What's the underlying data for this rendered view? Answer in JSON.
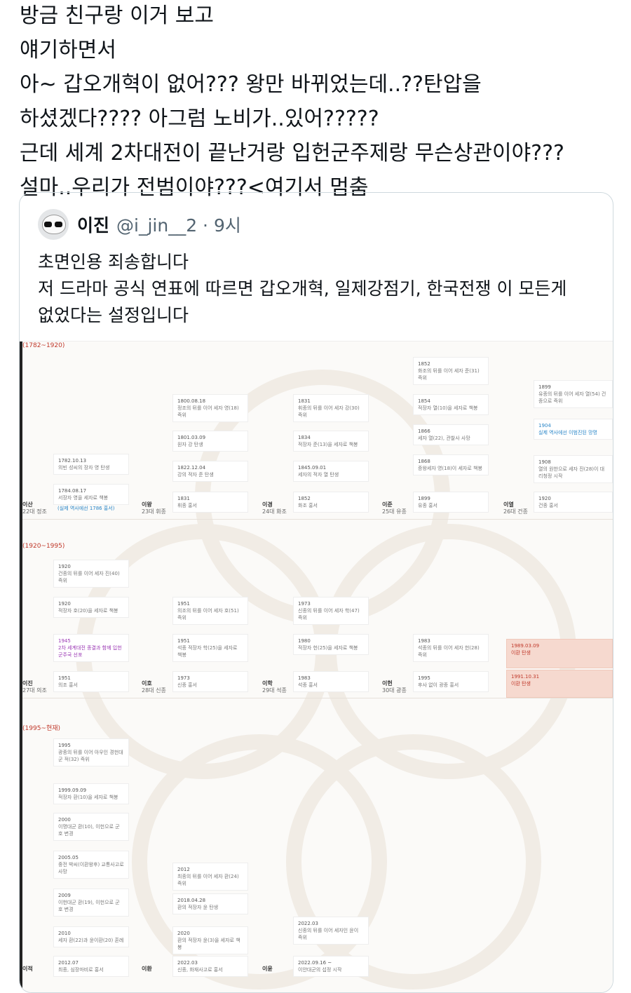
{
  "tweet": {
    "lines": [
      "방금 친구랑 이거 보고",
      "얘기하면서",
      "아~ 갑오개혁이 없어??? 왕만 바뀌었는데..??탄압을",
      "하셨겠다????  아그럼 노비가..있어?????",
      "근데 세계 2차대전이 끝난거랑 입헌군주제랑 무슨상관이야???",
      "설마..우리가 전범이야???<여기서 멈춤"
    ]
  },
  "quote": {
    "name": "이진",
    "handle": "@i_jin__2 · 9시",
    "lines": [
      "초면인용 죄송합니다",
      "저 드라마 공식 연표에 따르면 갑오개혁, 일제강점기, 한국전쟁 이 모든게",
      "없었다는 설정입니다"
    ]
  },
  "timeline": {
    "sections": [
      "(1782~1920)",
      "(1920~1995)",
      "(1995~현재)"
    ],
    "kings": [
      {
        "name": "이산",
        "title": "22대 정조"
      },
      {
        "name": "이왕",
        "title": "23대 휘종"
      },
      {
        "name": "이경",
        "title": "24대 화조"
      },
      {
        "name": "이준",
        "title": "25대 유종"
      },
      {
        "name": "이열",
        "title": "26대 건종"
      },
      {
        "name": "이진",
        "title": "27대 의조"
      },
      {
        "name": "이호",
        "title": "28대 신종"
      },
      {
        "name": "이학",
        "title": "29대 석종"
      },
      {
        "name": "이헌",
        "title": "30대 광종"
      },
      {
        "name": "이적",
        "title": ""
      },
      {
        "name": "이환",
        "title": ""
      },
      {
        "name": "이윤",
        "title": ""
      }
    ],
    "cards": [
      {
        "date": "1782.10.13",
        "desc": "의빈 성씨의 장자 영 탄생"
      },
      {
        "date": "1784.08.17",
        "desc": "서장자 영을 세자로 책봉"
      },
      {
        "date": "(실제 역사에선 1786 홍서)",
        "desc": ""
      },
      {
        "date": "1800.08.18",
        "desc": "정조의 뒤를 이어 세자 영(18) 즉위"
      },
      {
        "date": "1801.03.09",
        "desc": "원자 강 탄생"
      },
      {
        "date": "1822.12.04",
        "desc": "강의 적자 준 탄생"
      },
      {
        "date": "1831",
        "desc": "휘종 홍서"
      },
      {
        "date": "1831",
        "desc": "휘종의 뒤를 이어 세자 강(30) 즉위"
      },
      {
        "date": "1834",
        "desc": "적장자 준(13)을 세자로 책봉"
      },
      {
        "date": "1845.09.01",
        "desc": "세자의 적자 열 탄생"
      },
      {
        "date": "1852",
        "desc": "화조 홍서"
      },
      {
        "date": "1852",
        "desc": "화조의 뒤를 이어 세자 준(31) 즉위"
      },
      {
        "date": "1854",
        "desc": "적장자 열(10)을 세자로 책봉"
      },
      {
        "date": "1866",
        "desc": "세자 열(22), 관찰사 사망"
      },
      {
        "date": "1868",
        "desc": "증왕세자 영(18)이 세자로 책봉"
      },
      {
        "date": "1899",
        "desc": "유종 홍서"
      },
      {
        "date": "1899",
        "desc": "유종의 뒤를 이어 세자 열(54) 건종으로 즉위"
      },
      {
        "date": "1904",
        "desc": "실제 역사에선 이범진된 망명"
      },
      {
        "date": "1908",
        "desc": "열의 원한으로 세자 진(28)이 대리청정 시작"
      },
      {
        "date": "1920",
        "desc": "건종 홍서"
      },
      {
        "date": "1920",
        "desc": "건종의 뒤를 이어 세자 진(40) 즉위"
      },
      {
        "date": "1920",
        "desc": "적장자 호(20)을 세자로 책봉"
      },
      {
        "date": "1945",
        "desc": "2차 세계대전 종결과 함께 입헌군주국 선포"
      },
      {
        "date": "1951",
        "desc": "의조 홍서"
      },
      {
        "date": "1951",
        "desc": "의조의 뒤를 이어 세자 호(51) 즉위"
      },
      {
        "date": "1951",
        "desc": "석종 적장자 학(25)을 세자로 책봉"
      },
      {
        "date": "1973",
        "desc": "신종 홍서"
      },
      {
        "date": "1973",
        "desc": "신종의 뒤를 이어 세자 학(47) 즉위"
      },
      {
        "date": "1980",
        "desc": "적장자 헌(25)을 세자로 책봉"
      },
      {
        "date": "1983",
        "desc": "석종 홍서"
      },
      {
        "date": "1983",
        "desc": "석종의 뒤를 이어 세자 헌(28) 즉위"
      },
      {
        "date": "1995",
        "desc": "후사 없이 광종 홍서"
      },
      {
        "date": "1989.03.09",
        "desc": "이환 탄생"
      },
      {
        "date": "1991.10.31",
        "desc": "이환 탄생"
      },
      {
        "date": "1995",
        "desc": "광종의 뒤를 이어 아우인 경헌대군 적(32) 즉위"
      },
      {
        "date": "1999.09.09",
        "desc": "적장자 환(10)을 세자로 책봉"
      },
      {
        "date": "2000",
        "desc": "이명대군 환(10), 이헌으로 군호 변경"
      },
      {
        "date": "2005.05",
        "desc": "중전 박씨(이환왕후) 교통사고로 사망"
      },
      {
        "date": "2009",
        "desc": "이헌대군 환(19), 이헌으로 군호 변경"
      },
      {
        "date": "2010",
        "desc": "세자 환(22)과 윤이환(20) 혼례"
      },
      {
        "date": "2012.07",
        "desc": "최종, 심장마비로 홍서"
      },
      {
        "date": "2012",
        "desc": "최종의 뒤를 이어 세자 환(24) 즉위"
      },
      {
        "date": "2018.04.28",
        "desc": "환의 적장자 윤 탄생"
      },
      {
        "date": "2020",
        "desc": "환의 적장자 윤(3)을 세자로 책봉"
      },
      {
        "date": "2022.03",
        "desc": "신종, 화재사고로 홍서"
      },
      {
        "date": "2022.03",
        "desc": "신종의 뒤를 이어 세자인 윤이 즉위"
      },
      {
        "date": "2022.09.16 ~",
        "desc": "이안대군의 섭정 시작"
      }
    ]
  }
}
